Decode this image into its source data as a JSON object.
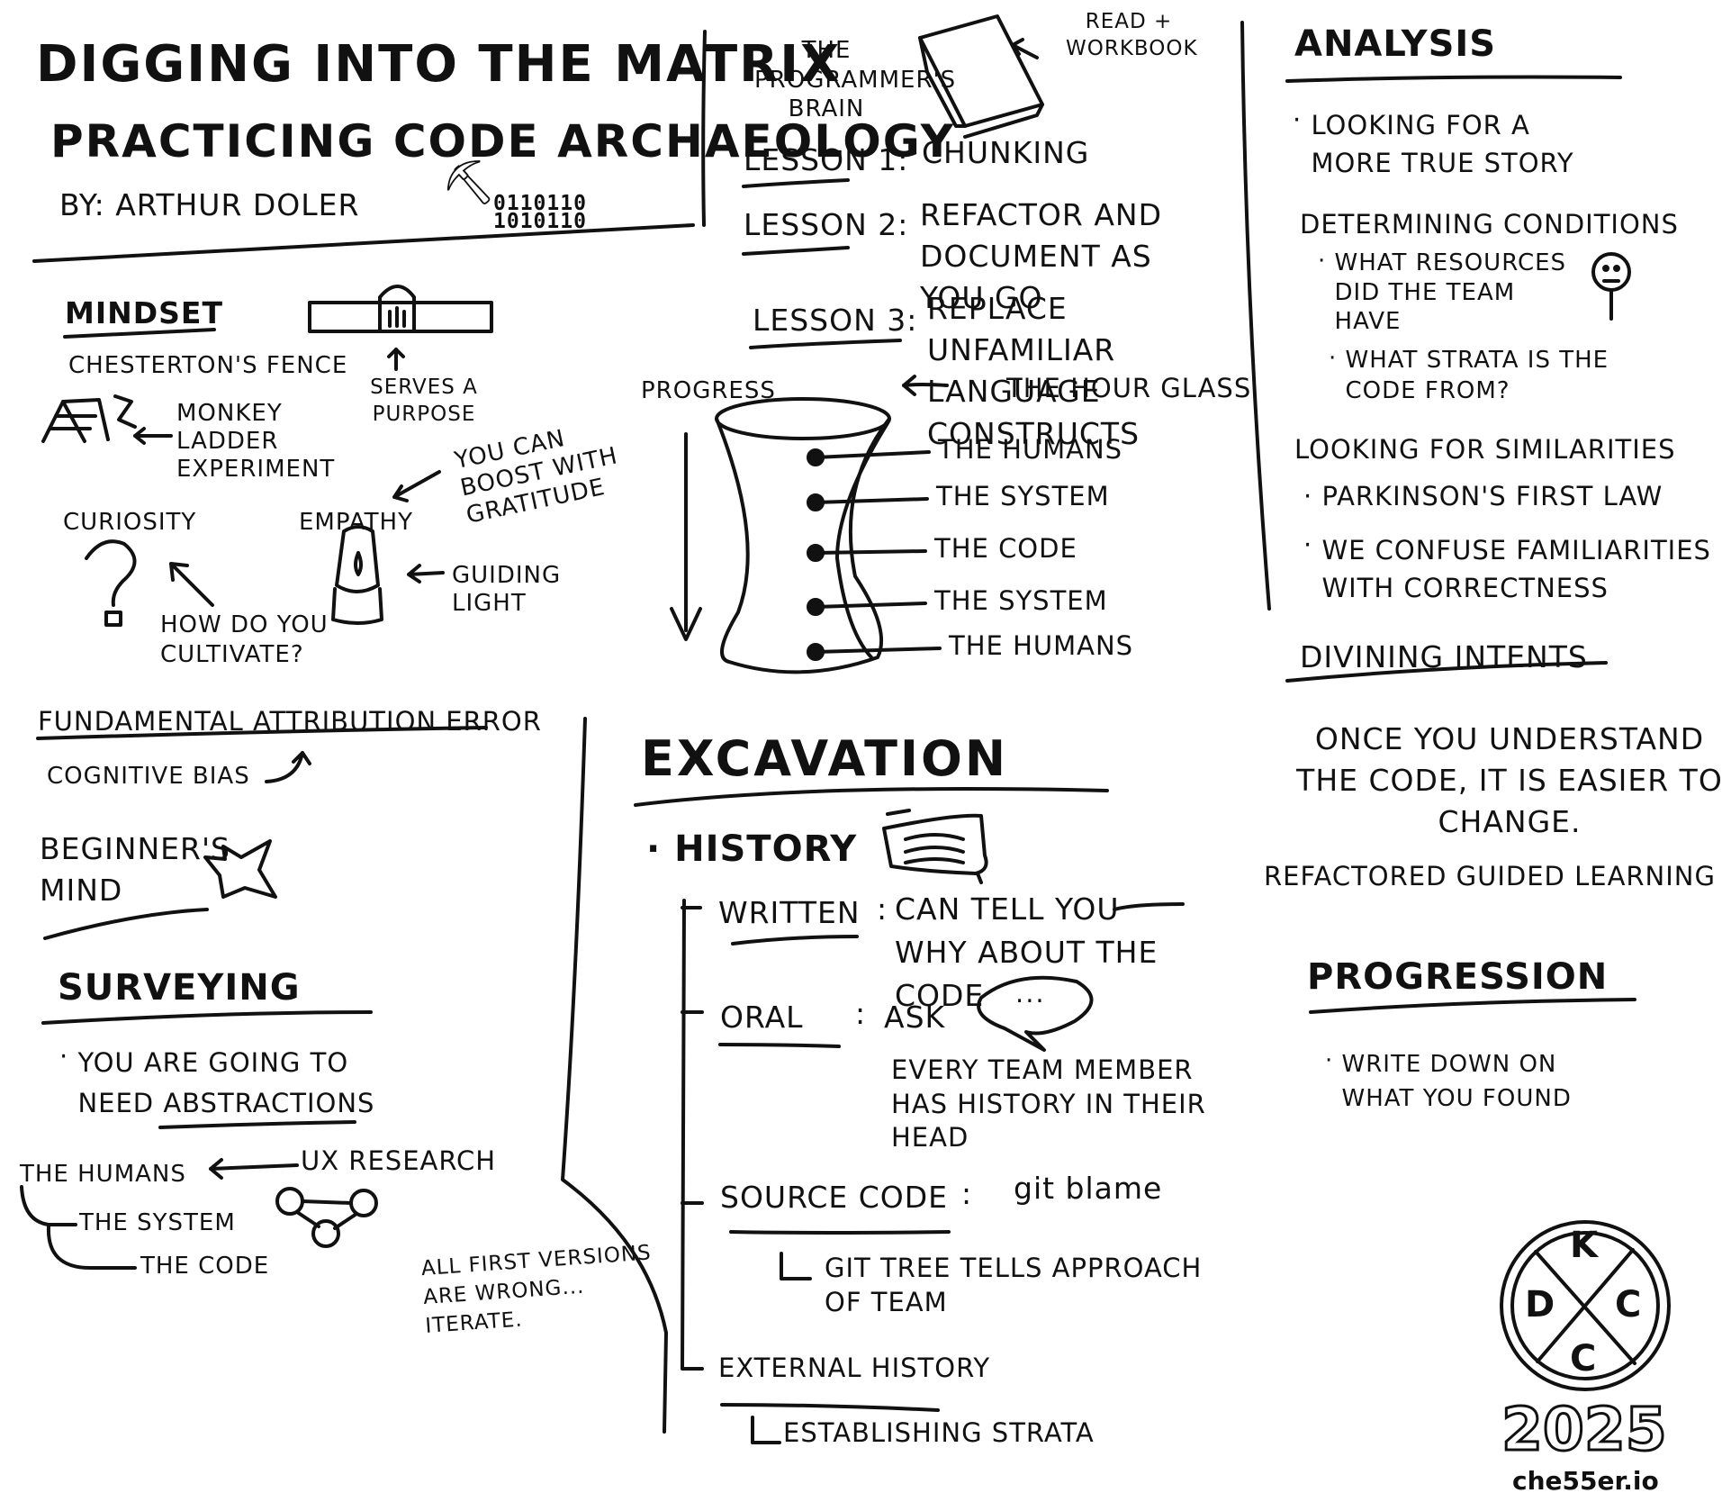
{
  "title": {
    "line1": "Digging into the Matrix",
    "line2": "Practicing Code Archaeology",
    "byline": "By: Arthur Doler",
    "binary1": "0110110",
    "binary2": "1010110"
  },
  "book": {
    "label": "The Programmer's Brain",
    "note": "Read + Workbook"
  },
  "lessons": [
    {
      "label": "Lesson 1:",
      "text": "Chunking"
    },
    {
      "label": "Lesson 2:",
      "text": "Refactor and Document as you go"
    },
    {
      "label": "Lesson 3:",
      "text": "Replace unfamiliar Language Constructs"
    }
  ],
  "hourglass": {
    "title": "The Hour Glass",
    "progress": "Progress",
    "layers": [
      "The Humans",
      "The System",
      "The Code",
      "The System",
      "The Humans"
    ]
  },
  "mindset": {
    "heading": "Mindset",
    "chesterton": "Chesterton's Fence",
    "serves": "Serves a Purpose",
    "monkey": "Monkey Ladder Experiment",
    "boost": "You can Boost with Gratitude",
    "curiosity": "Curiosity",
    "empathy": "Empathy",
    "cultivate": "How do you Cultivate?",
    "guiding": "Guiding Light"
  },
  "fae": {
    "heading": "Fundamental Attribution Error",
    "bias": "Cognitive Bias",
    "beginner": "Beginner's Mind"
  },
  "surveying": {
    "heading": "Surveying",
    "bullet": "You are going to need Abstractions",
    "humans": "The Humans",
    "ux": "UX Research",
    "system": "The System",
    "code": "The Code",
    "iterate": "All First Versions are wrong... Iterate."
  },
  "excavation": {
    "heading": "Excavation",
    "history": "History",
    "written": "Written",
    "written_text": "Can Tell You Why About the Code",
    "oral": "Oral",
    "oral_text": "Ask",
    "oral_note": "Every Team Member has History in their head",
    "bubble": "...",
    "source": "Source Code",
    "git": "git blame",
    "gittree": "Git Tree Tells Approach of Team",
    "external": "External History",
    "strata": "Establishing Strata"
  },
  "analysis": {
    "heading": "Analysis",
    "bullet": "Looking for a more true story",
    "conditions": "Determining Conditions",
    "resources": "What Resources did the team have",
    "strata": "What Strata is the code from?",
    "similarities": "Looking for Similarities",
    "parkinson": "Parkinson's First Law",
    "confuse": "We confuse Familiarities with Correctness"
  },
  "intents": {
    "heading": "Divining Intents",
    "text": "Once you understand the code, it is easier to change.",
    "refactored": "Refactored Guided Learning"
  },
  "progression": {
    "heading": "Progression",
    "bullet": "Write Down on what you found"
  },
  "logo": {
    "top": "K",
    "left": "D",
    "right": "C",
    "bottom": "C",
    "year": "2025",
    "site": "che55er.io"
  }
}
